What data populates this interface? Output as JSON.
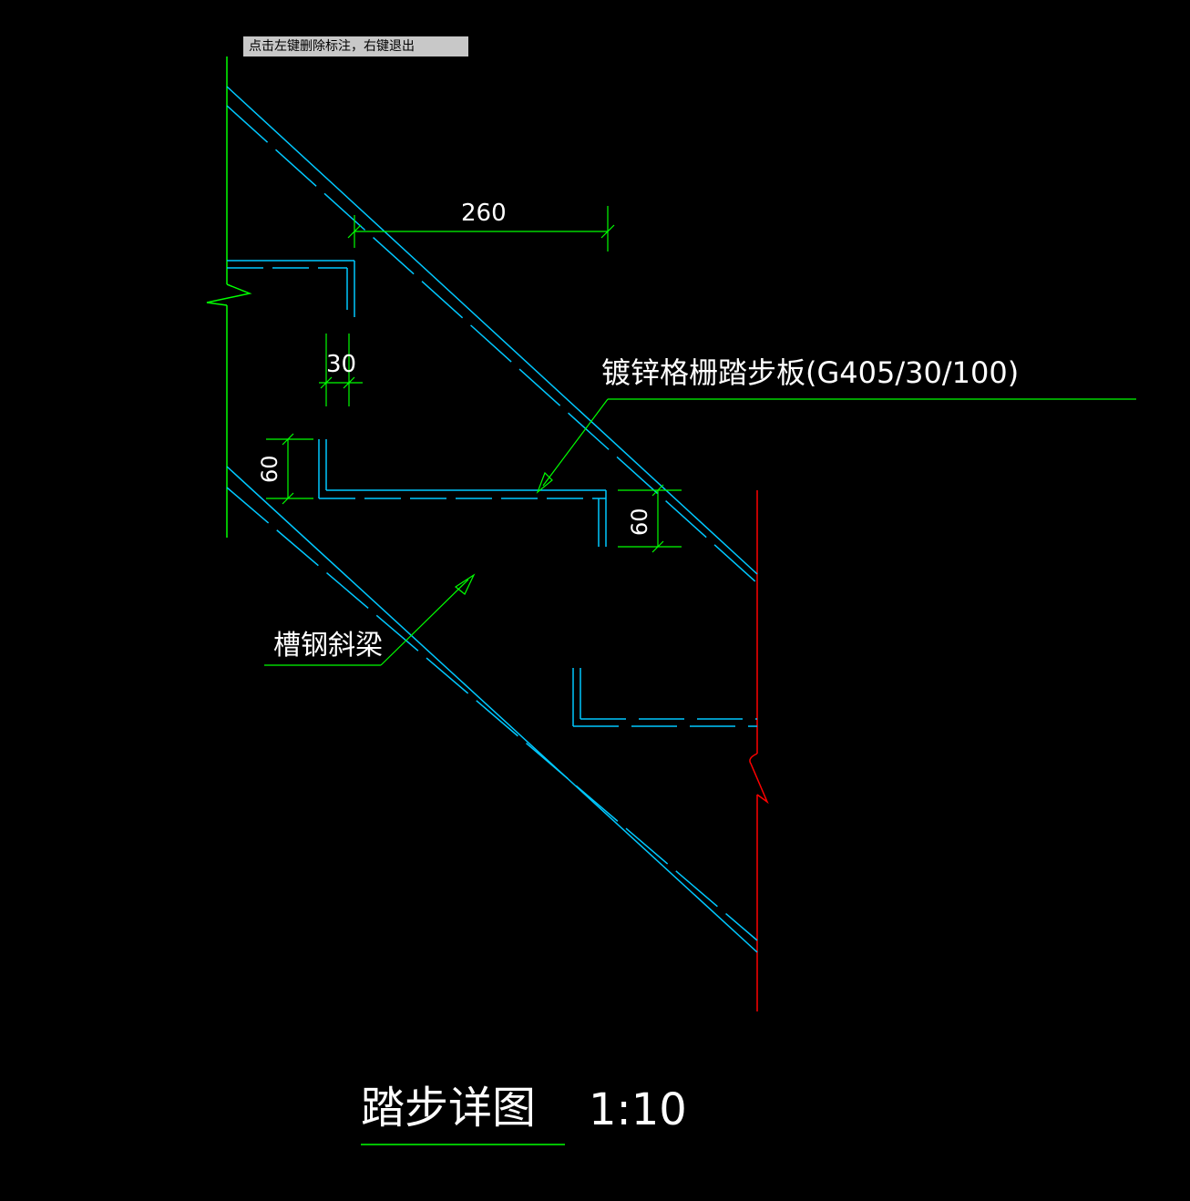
{
  "status_tip": "点击左键删除标注，右键退出",
  "colors": {
    "background": "#000000",
    "steel_line": "#00c8ff",
    "dimension_line": "#00ff00",
    "break_line_left": "#00ff00",
    "break_line_right": "#ff0000",
    "text": "#ffffff",
    "tip_background": "#c8c8c8"
  },
  "drawing": {
    "dimensions": {
      "tread_width": "260",
      "plate_thickness": "30",
      "angle_height_left": "60",
      "angle_height_right": "60"
    },
    "labels": {
      "grating_tread": "镀锌格栅踏步板(G405/30/100)",
      "channel_stringer": "槽钢斜梁"
    },
    "title": {
      "name": "踏步详图",
      "scale": "1:10"
    }
  }
}
